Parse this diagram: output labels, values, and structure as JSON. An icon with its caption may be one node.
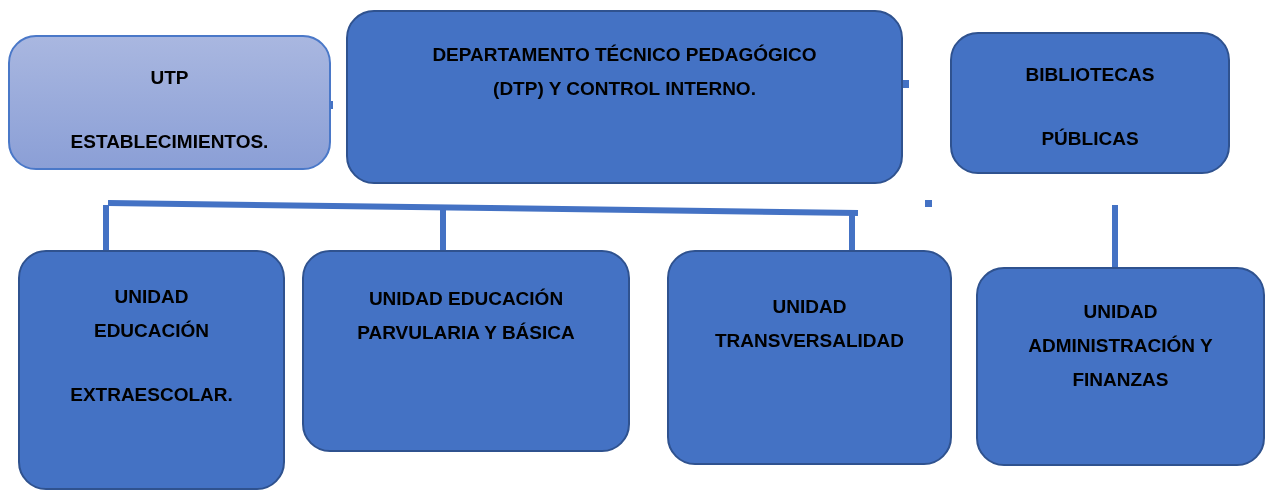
{
  "diagram": {
    "nodes": [
      {
        "text": [
          "UTP",
          "ESTABLECIMIENTOS."
        ]
      },
      {
        "text": [
          "DEPARTAMENTO TÉCNICO PEDAGÓGICO (DTP) Y CONTROL INTERNO."
        ]
      },
      {
        "text": [
          "BIBLIOTECAS",
          "PÚBLICAS"
        ]
      },
      {
        "text": [
          "UNIDAD EDUCACIÓN",
          "EXTRAESCOLAR."
        ]
      },
      {
        "text": [
          "UNIDAD EDUCACIÓN PARVULARIA Y BÁSICA"
        ]
      },
      {
        "text": [
          "UNIDAD TRANSVERSALIDAD"
        ]
      },
      {
        "text": [
          "UNIDAD ADMINISTRACIÓN Y FINANZAS"
        ]
      }
    ],
    "edges": [
      {
        "from": null,
        "to": 3,
        "arrow": "none"
      },
      {
        "from": null,
        "to": 4,
        "arrow": "none"
      },
      {
        "from": null,
        "to": 5,
        "arrow": "none"
      },
      {
        "from": null,
        "to": 6,
        "arrow": "none"
      }
    ]
  }
}
